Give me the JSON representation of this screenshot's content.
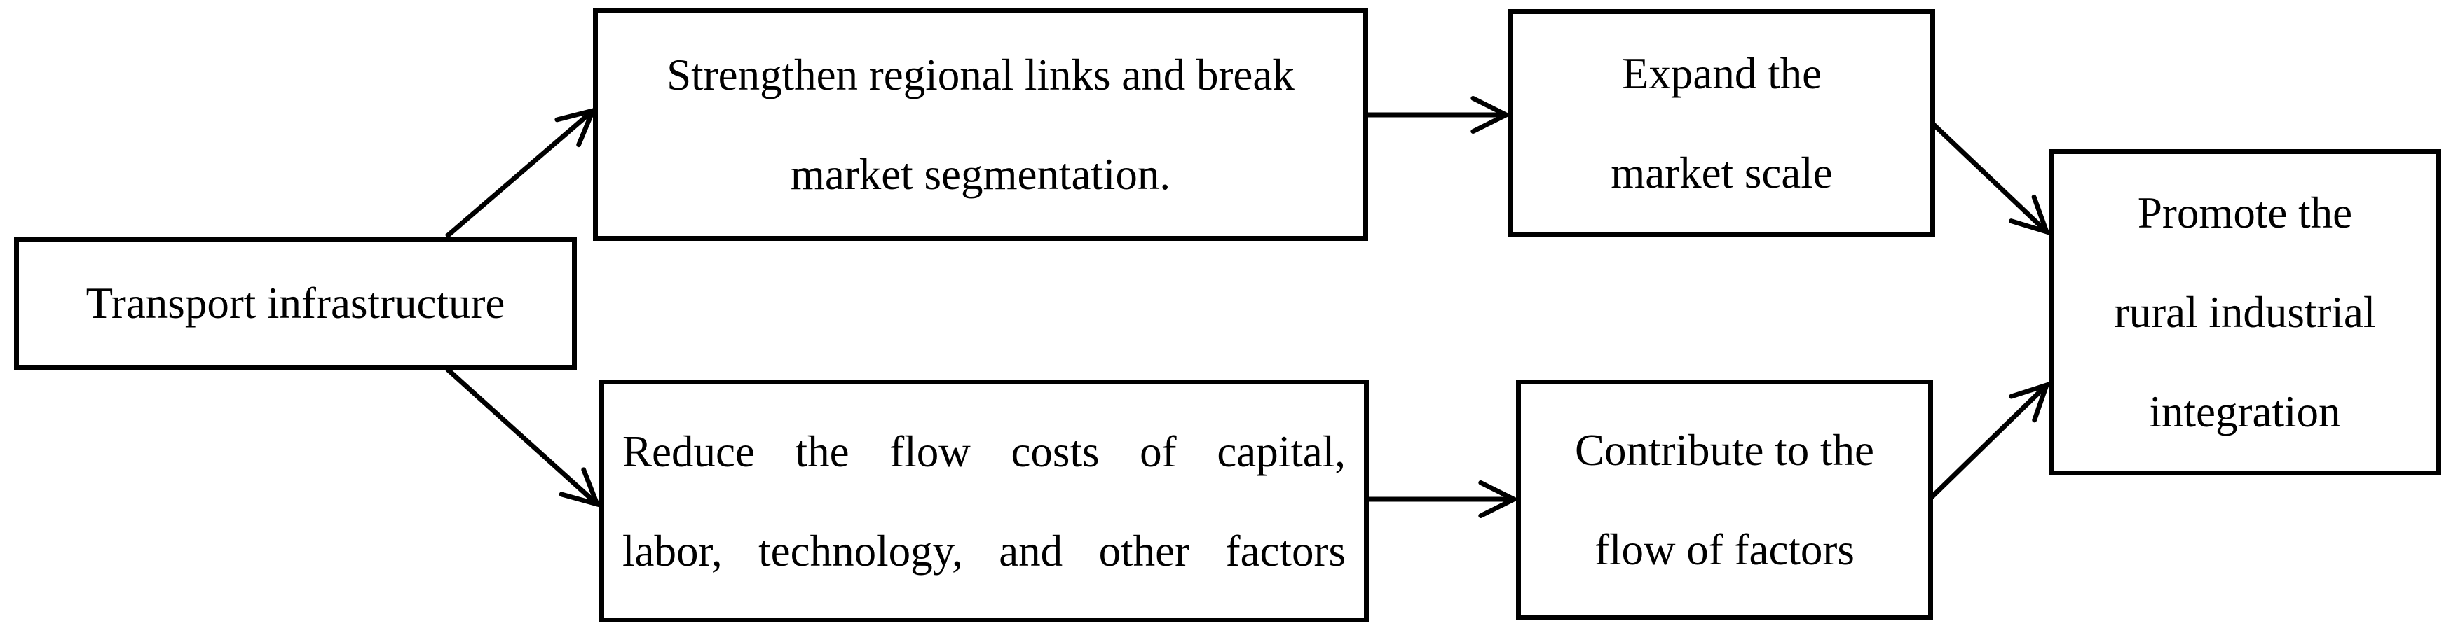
{
  "diagram": {
    "description": "Flow diagram: effects of transport infrastructure on rural industrial integration",
    "background_color": "#ffffff",
    "line_color": "#000000",
    "box_fill": "#ffffff"
  },
  "nodes": {
    "transport": {
      "label": "Transport infrastructure",
      "lines": [
        "Transport infrastructure"
      ]
    },
    "strengthen": {
      "label": "Strengthen regional links and break market segmentation.",
      "lines": [
        "Strengthen regional links and break",
        "market segmentation."
      ]
    },
    "expand": {
      "label": "Expand the market scale",
      "lines": [
        "Expand the",
        "market scale"
      ]
    },
    "reduce": {
      "label": "Reduce the flow costs of capital, labor, technology, and other factors",
      "lines": [
        "Reduce the flow costs of capital,",
        "labor, technology, and other factors"
      ]
    },
    "contribute": {
      "label": "Contribute to the flow of factors",
      "lines": [
        "Contribute to the",
        "flow of factors"
      ]
    },
    "promote": {
      "label": "Promote the rural industrial integration",
      "lines": [
        "Promote the",
        "rural industrial",
        "integration"
      ]
    }
  },
  "edges": [
    {
      "from": "transport",
      "to": "strengthen"
    },
    {
      "from": "transport",
      "to": "reduce"
    },
    {
      "from": "strengthen",
      "to": "expand"
    },
    {
      "from": "expand",
      "to": "promote"
    },
    {
      "from": "reduce",
      "to": "contribute"
    },
    {
      "from": "contribute",
      "to": "promote"
    }
  ]
}
